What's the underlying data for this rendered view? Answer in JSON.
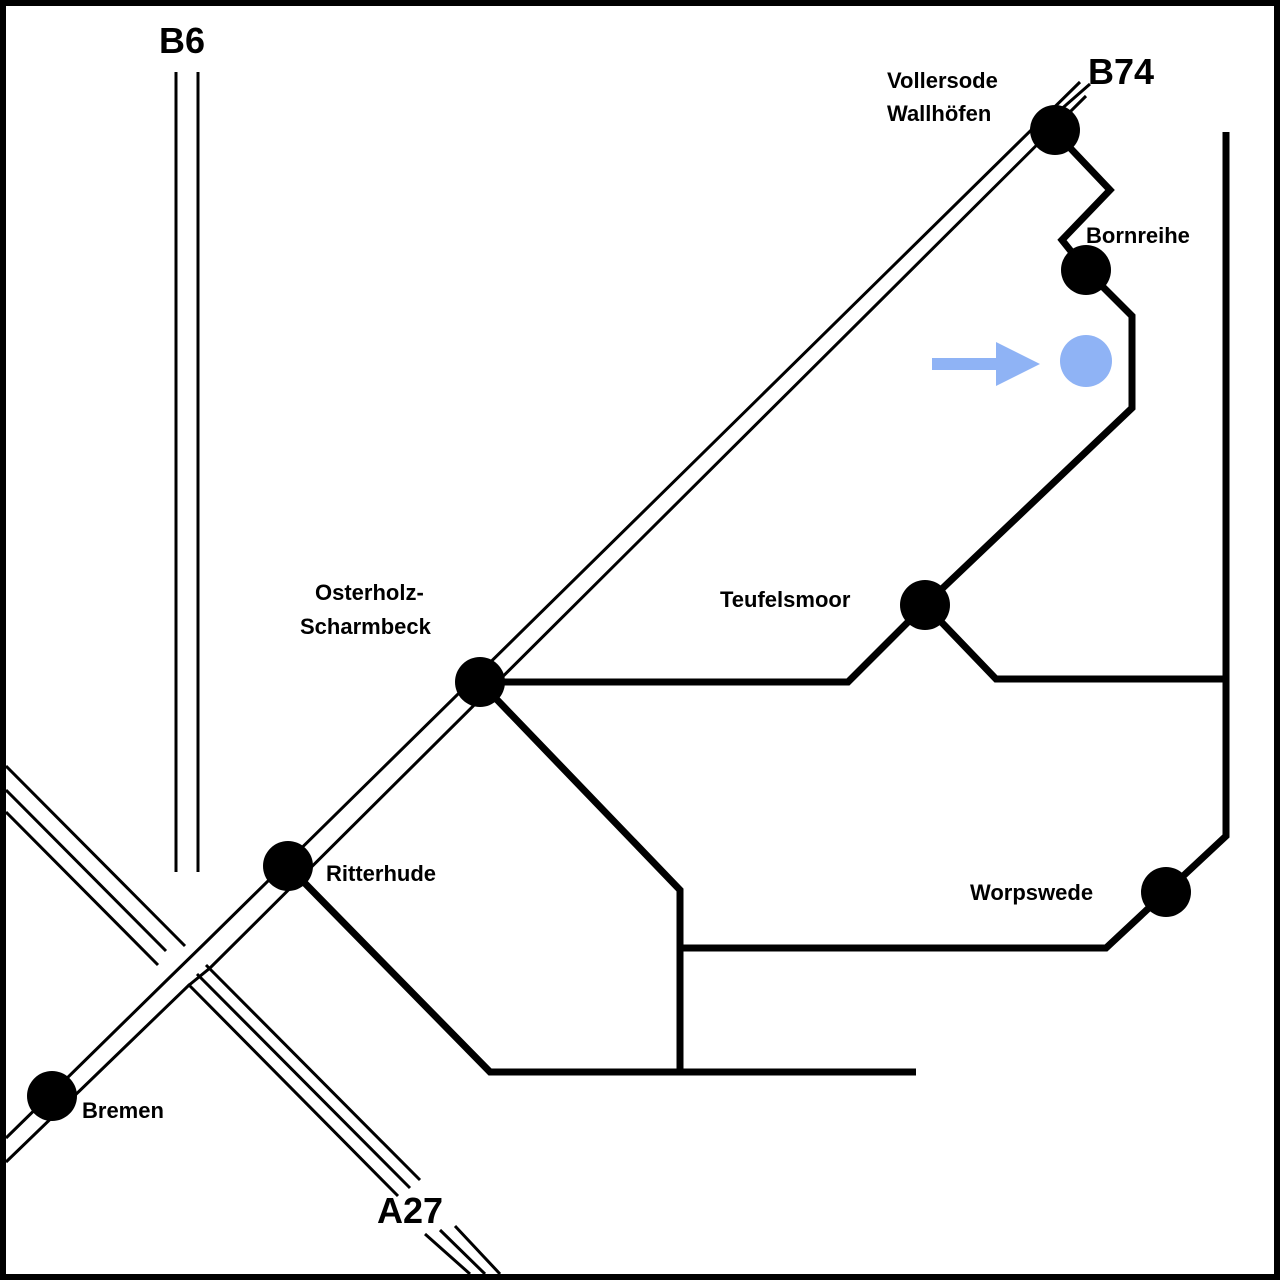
{
  "roads": {
    "b6": "B6",
    "b74": "B74",
    "a27": "A27"
  },
  "towns": {
    "vollersode": [
      "Vollersode",
      "Wallhöfen"
    ],
    "bornreihe": "Bornreihe",
    "osterholz": [
      "Osterholz-",
      "Scharmbeck"
    ],
    "teufelsmoor": "Teufelsmoor",
    "ritterhude": "Ritterhude",
    "worpswede": "Worpswede",
    "bremen": "Bremen"
  },
  "colors": {
    "background": "#ffffff",
    "road": "#000000",
    "marker": "#8fb3f5"
  },
  "marker": {
    "icon": "arrow-icon"
  }
}
